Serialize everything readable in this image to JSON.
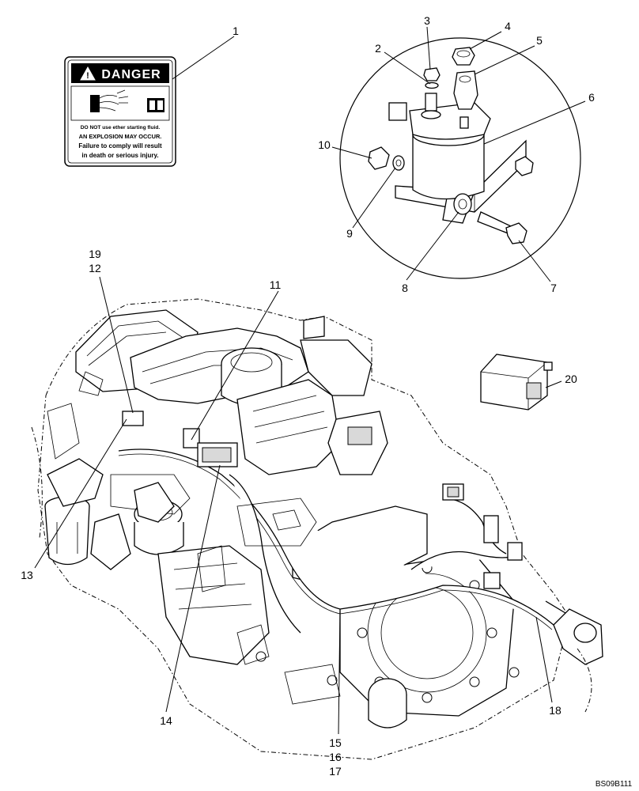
{
  "drawing_id": "BS09B111",
  "decal": {
    "header": "DANGER",
    "lines": [
      "DO NOT use ether starting fluid.",
      "AN EXPLOSION MAY OCCUR.",
      "Failure to comply will result",
      "in death or serious injury."
    ]
  },
  "callouts": {
    "c1": "1",
    "c2": "2",
    "c3": "3",
    "c4": "4",
    "c5": "5",
    "c6": "6",
    "c7": "7",
    "c8": "8",
    "c9": "9",
    "c10": "10",
    "c11": "11",
    "c12": "12",
    "c13": "13",
    "c14": "14",
    "c15": "15",
    "c16": "16",
    "c17": "17",
    "c18": "18",
    "c19": "19",
    "c20": "20"
  }
}
